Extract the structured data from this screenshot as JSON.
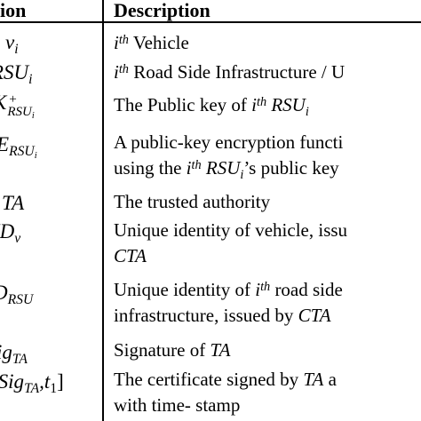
{
  "header": {
    "col1": "ion",
    "col2": "Description"
  },
  "rows": [
    {
      "sym_main": "v",
      "sym_sub": "i",
      "desc": [
        "i",
        "th",
        " Vehicle"
      ]
    },
    {
      "sym_main": "RSU",
      "sym_sub": "i",
      "desc": [
        "i",
        "th",
        " Road Side Infrastructure / U"
      ]
    },
    {
      "sym_main": "K",
      "sym_sup": "+",
      "sym_sub": "RSU",
      "sym_subsub": "i",
      "desc": [
        "The Public key of  ",
        "i",
        "th",
        " RSU",
        "i"
      ]
    },
    {
      "sym_main": "E",
      "sym_sub": "RSU",
      "sym_subsub": "i",
      "desc_line1": "A public-key encryption functi",
      "desc_line2": [
        "using the ",
        "i",
        "th",
        " RSU",
        "i",
        "’s public key"
      ]
    },
    {
      "sym_main": "TA",
      "desc": "The trusted authority"
    },
    {
      "sym_main": "ID",
      "sym_sub": "v",
      "desc_line1": "Unique identity of vehicle, issu",
      "desc_line2": "CTA"
    },
    {
      "sym_main": "D",
      "sym_sub": "RSU",
      "desc_line1": [
        "Unique identity of ",
        "i",
        "th",
        " road side"
      ],
      "desc_line2": [
        "infrastructure, issued by ",
        "CTA"
      ]
    },
    {
      "sym_main": "ig",
      "sym_sub": "TA",
      "desc": [
        "Signature of   ",
        "TA"
      ]
    },
    {
      "sym_main": "Sig",
      "sym_sub": "TA",
      "sym_rest": ",t",
      "sym_rest_sub": "1",
      "sym_close": "]",
      "desc_line1": [
        "The certificate signed by  ",
        "TA",
        " a"
      ],
      "desc_line2": "with time- stamp"
    }
  ]
}
